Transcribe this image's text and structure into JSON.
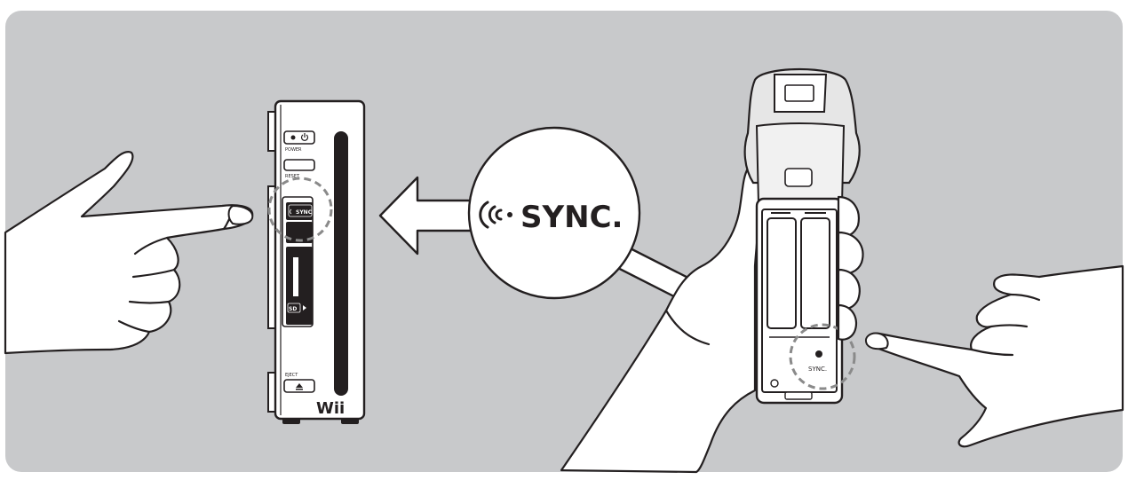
{
  "colors": {
    "panel": "#c8c9cb",
    "outline": "#231f20",
    "device": "#ffffff",
    "shade": "#e6e6e6",
    "dark": "#231f20",
    "dashed": "#8a8a8a"
  },
  "console": {
    "power_label": "POWER",
    "reset_label": "RESET",
    "sync_button_label": "SYNC",
    "sd_label": "SD",
    "eject_label": "EJECT",
    "brand": "Wii"
  },
  "callout": {
    "sync_text": "SYNC."
  },
  "remote": {
    "sync_label": "SYNC."
  },
  "icons": [
    "pointing-hand-left-icon",
    "pointing-hand-right-icon",
    "holding-hand-icon",
    "arrow-left-icon",
    "arrow-diagonal-icon",
    "wireless-signal-icon",
    "power-icon",
    "eject-icon"
  ]
}
